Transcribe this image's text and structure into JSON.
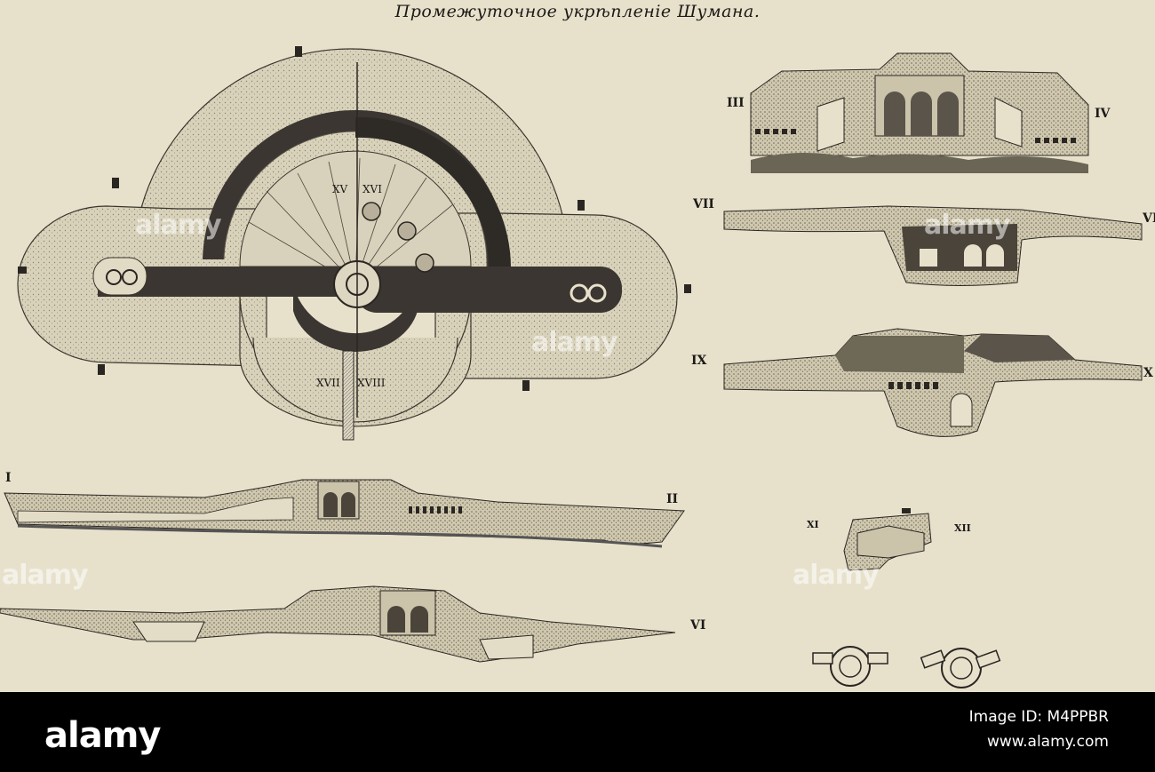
{
  "title": "Промежуточное укрѣпленіе Шумана.",
  "section_labels": {
    "I": "I",
    "II": "II",
    "III": "III",
    "IV": "IV",
    "VI": "VI",
    "VII": "VII",
    "VIII": "VI",
    "IX": "IX",
    "X": "X",
    "XI": "XI",
    "XII": "XII"
  },
  "plan_labels": {
    "XV": "XV",
    "XVI": "XVI",
    "XVII": "XVII",
    "XVIII": "XVIII"
  },
  "watermark_text": "alamy",
  "footer": {
    "brand": "alamy",
    "image_id": "Image ID: M4PPBR",
    "site": "www.alamy.com"
  },
  "colors": {
    "paper": "#e7e1cc",
    "ink": "#1c1a17",
    "footer": "#000000"
  }
}
